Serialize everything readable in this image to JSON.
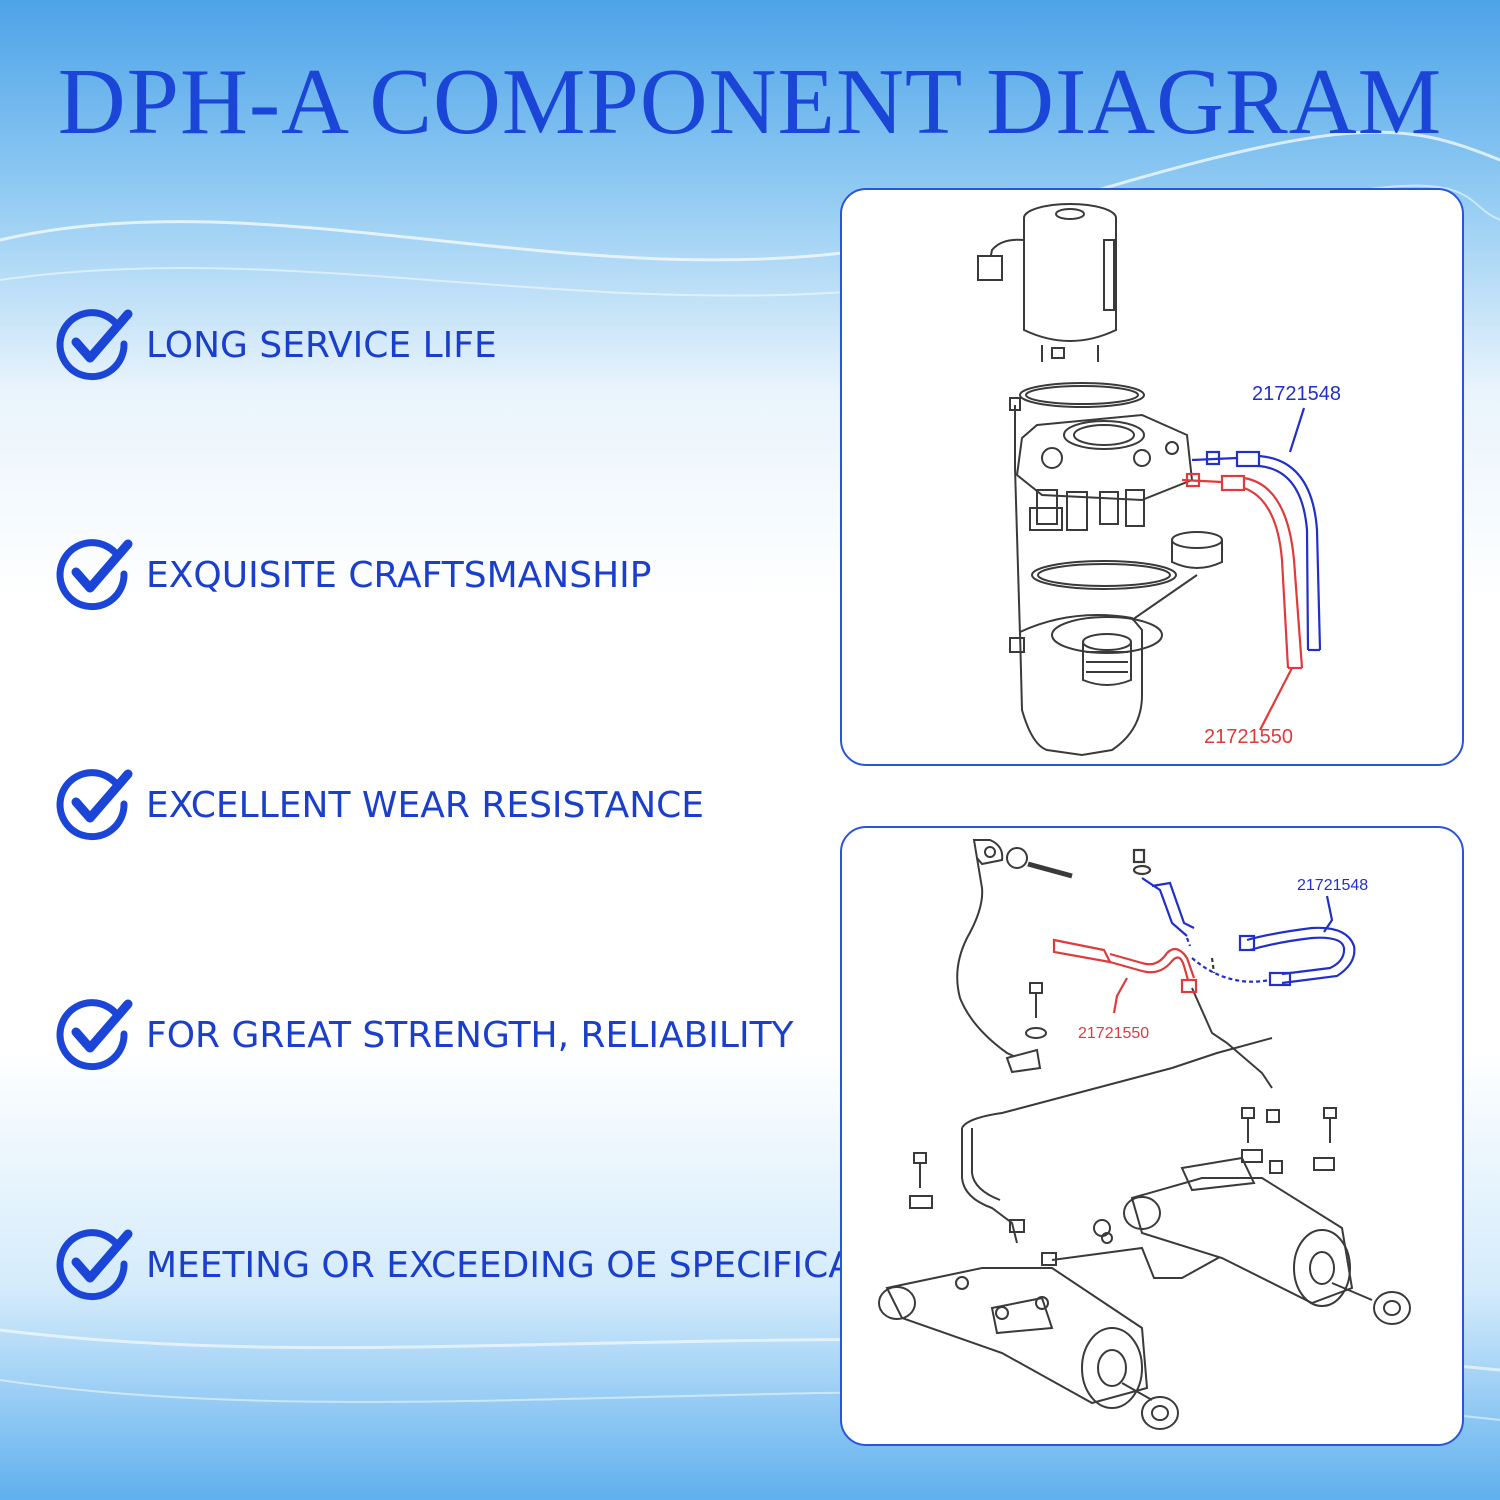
{
  "title": "DPH-A COMPONENT DIAGRAM",
  "colors": {
    "title": "#1a45d6",
    "feature_text": "#1a3fcc",
    "panel_border": "#2a55d8",
    "blue_hose": "#2030c8",
    "red_hose": "#e03a3a",
    "line_art": "#3a3a3a"
  },
  "features": [
    {
      "label": "LONG SERVICE LIFE",
      "icon": "check-circle-icon"
    },
    {
      "label": "EXQUISITE CRAFTSMANSHIP",
      "icon": "check-circle-icon"
    },
    {
      "label": "EXCELLENT WEAR RESISTANCE",
      "icon": "check-circle-icon"
    },
    {
      "label": "FOR GREAT STRENGTH, RELIABILITY",
      "icon": "check-circle-icon"
    },
    {
      "label": "MEETING OR EXCEEDING OE SPECIFICATIONS",
      "icon": "check-circle-icon"
    }
  ],
  "diagram_top": {
    "blue_part_number": "21721548",
    "red_part_number": "21721550"
  },
  "diagram_bottom": {
    "blue_part_number": "21721548",
    "red_part_number": "21721550"
  }
}
